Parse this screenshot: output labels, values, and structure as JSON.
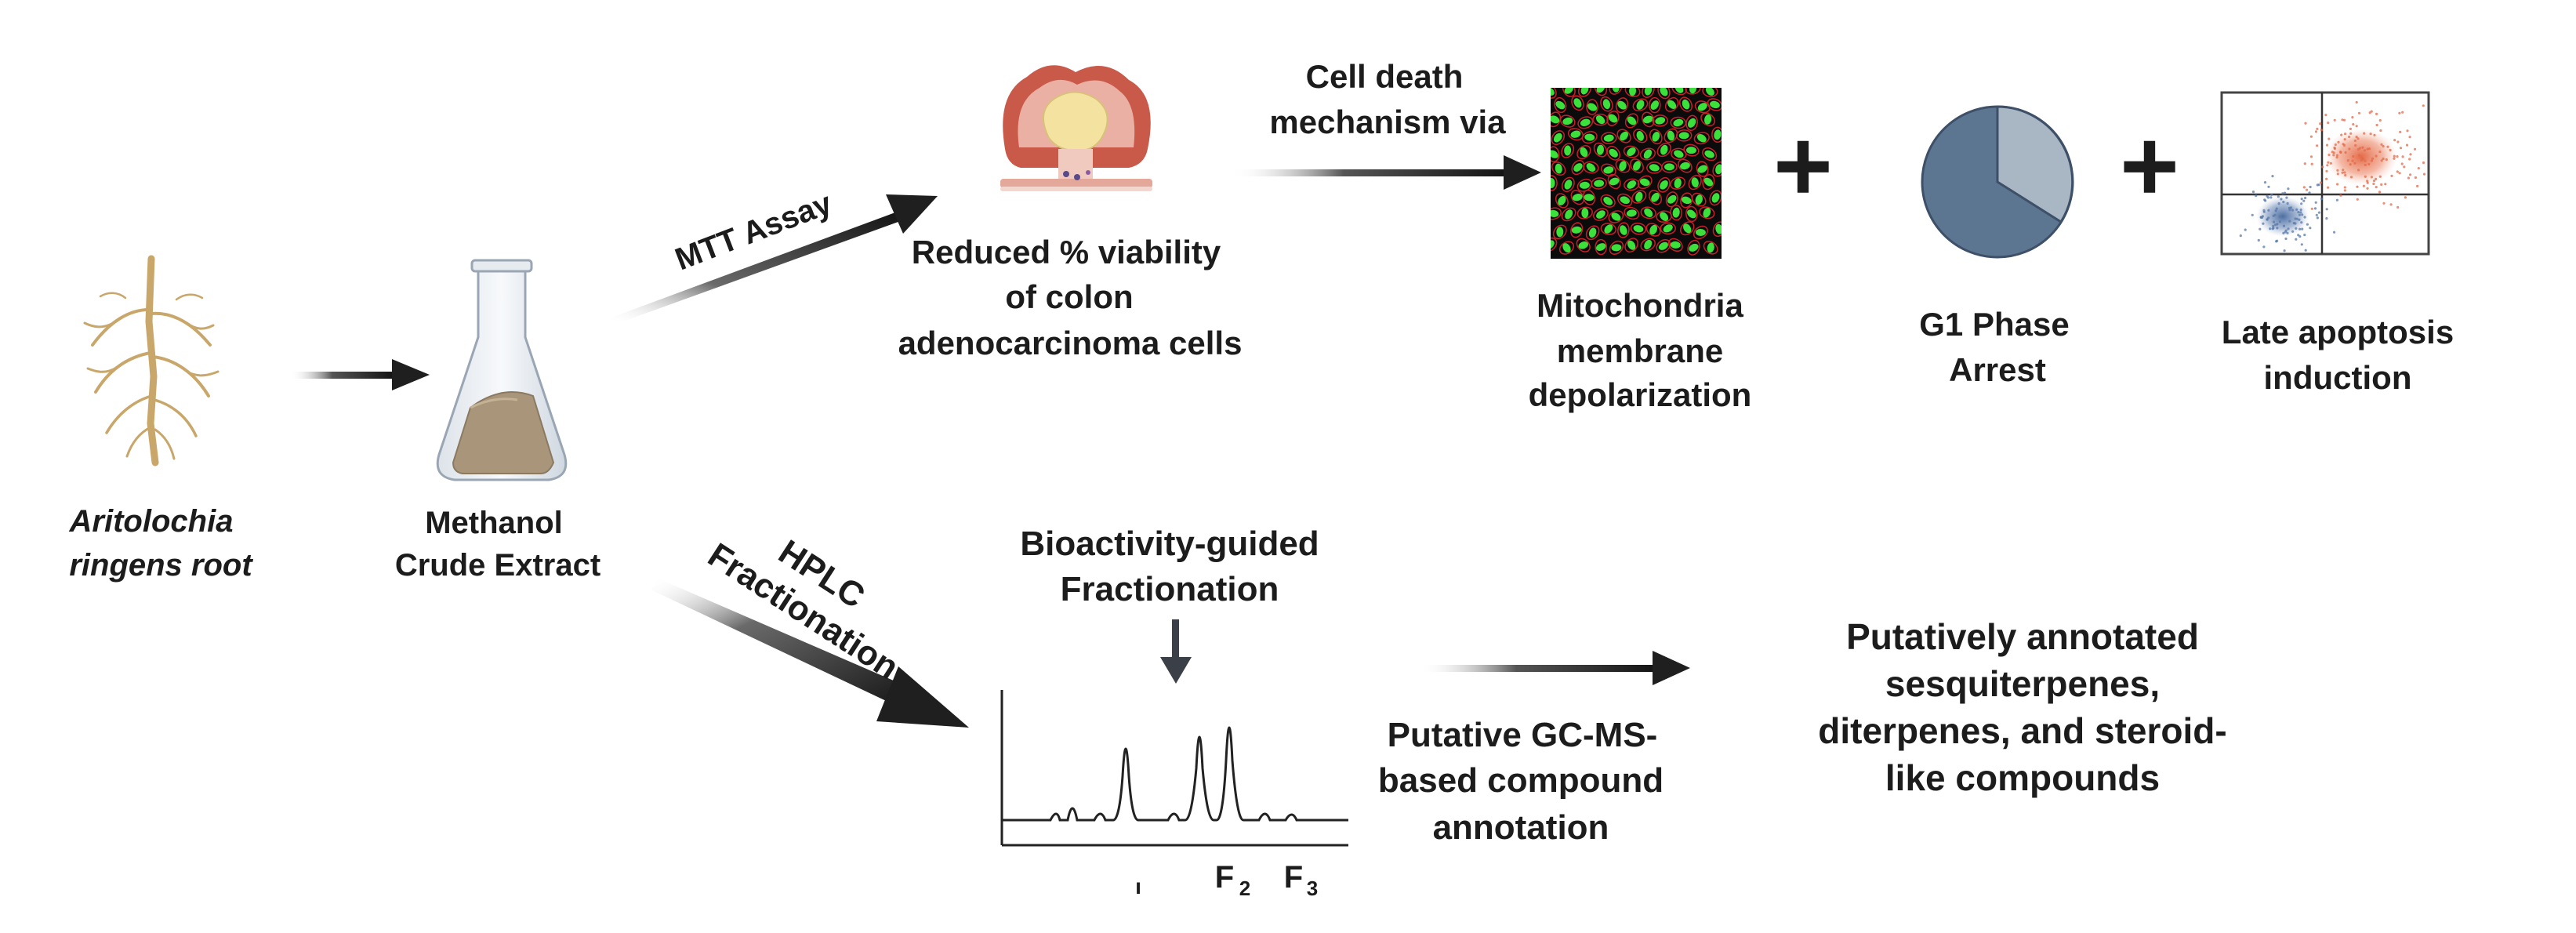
{
  "plant": {
    "label_line1": "Aritolochia",
    "label_line2": "ringens root"
  },
  "extract": {
    "label_line1": "Methanol",
    "label_line2": "Crude Extract"
  },
  "mtt": {
    "arrow_label": "MTT Assay"
  },
  "viability": {
    "line1": "Reduced % viability",
    "line2": "of colon",
    "line3": "adenocarcinoma cells"
  },
  "mechanism": {
    "line1": "Cell death",
    "line2": "mechanism via"
  },
  "outcomes": {
    "mito_line1": "Mitochondria",
    "mito_line2": "membrane",
    "mito_line3": "depolarization",
    "plus": "+",
    "g1_line1": "G1 Phase",
    "g1_line2": "Arrest",
    "apop_line1": "Late apoptosis",
    "apop_line2": "induction"
  },
  "hplc": {
    "line1": "HPLC",
    "line2": "Fractionation"
  },
  "bioactivity": {
    "line1": "Bioactivity-guided",
    "line2": "Fractionation"
  },
  "chromatogram": {
    "fraction_f": "F",
    "f2_sub": "2",
    "f3_sub": "3",
    "tick": "ı"
  },
  "gcms": {
    "line1": "Putative GC-MS-",
    "line2": "based compound",
    "line3": "annotation"
  },
  "annotated": {
    "line1": "Putatively annotated",
    "line2": "sesquiterpenes,",
    "line3": "diterpenes, and steroid-",
    "line4": "like compounds"
  },
  "colors": {
    "arrow": "#1f1f1f",
    "pie_major": "#5c7590",
    "pie_minor": "#a9b7c5",
    "cell_green": "#3be03b",
    "cell_red": "#c8202a",
    "scatter_blue": "#5878a8",
    "scatter_red": "#e46a48"
  }
}
